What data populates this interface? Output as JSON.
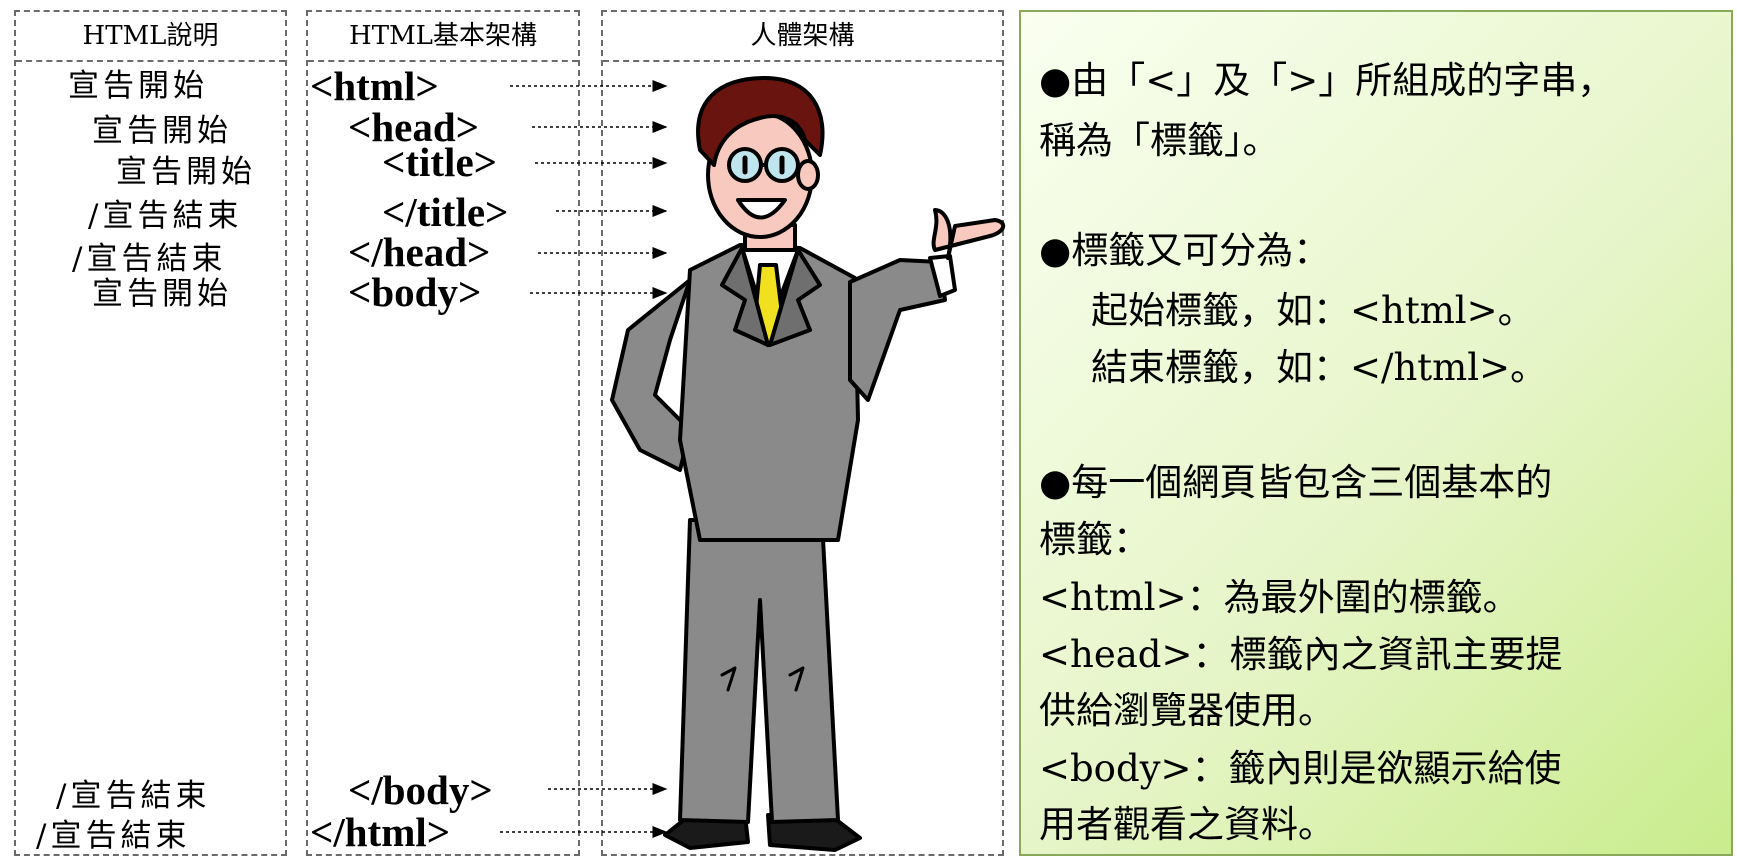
{
  "headers": {
    "description": "HTML說明",
    "structure": "HTML基本架構",
    "body": "人體架構"
  },
  "descriptions": [
    "宣告開始",
    "宣告開始",
    "宣告開始",
    "/宣告結束",
    "/宣告結束",
    "宣告開始",
    "/宣告結束",
    "/宣告結束"
  ],
  "tags": [
    "<html>",
    "<head>",
    "<title>",
    "</title>",
    "</head>",
    "<body>",
    "</body>",
    "</html>"
  ],
  "notes": {
    "p1_line1": "●由「<」及「>」所組成的字串，",
    "p1_line2": "稱為「標籤」。",
    "p2_line1": "●標籤又可分為：",
    "p2_line2": "起始標籤，如：<html>。",
    "p2_line3": "結束標籤，如：</html>。",
    "p3_line1": "●每一個網頁皆包含三個基本的",
    "p3_line2": "標籤：",
    "p3_line3": "<html>：為最外圍的標籤。",
    "p3_line4": "<head>：標籤內之資訊主要提",
    "p3_line5": "供給瀏覽器使用。",
    "p3_line6": "<body>：籤內則是欲顯示給使",
    "p3_line7": "用者觀看之資料。"
  },
  "colors": {
    "suit": "#8a8a8a",
    "tie": "#f0e020",
    "hair": "#6a1410",
    "skin": "#f7c9bf",
    "note_bg": "#d9f2a8"
  }
}
